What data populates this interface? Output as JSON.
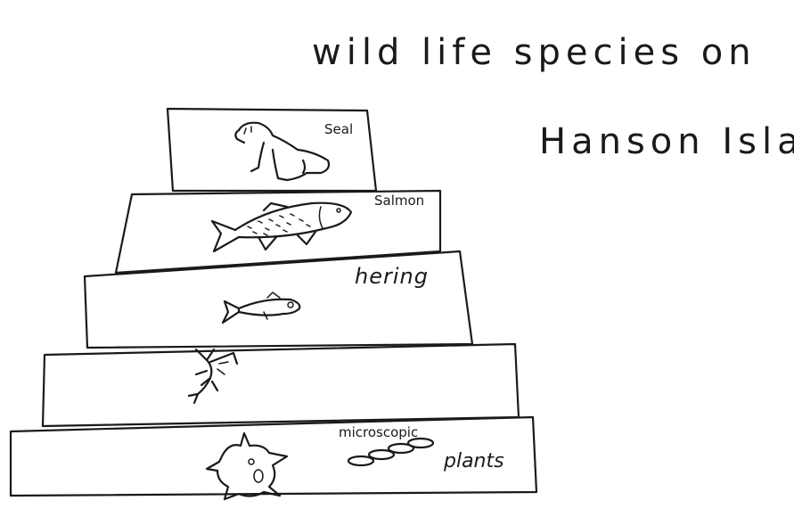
{
  "title_line1": "wild life species on",
  "title_line2": "Hanson Island",
  "levels": {
    "seal": {
      "label": "Seal"
    },
    "salmon": {
      "label": "Salmon"
    },
    "herring": {
      "label": "hering"
    },
    "shrimp": {
      "label": ""
    },
    "plants": {
      "label_line1": "microscopic",
      "label_line2": "plants"
    }
  },
  "colors": {
    "ink": "#1a1a1a",
    "paper": "#ffffff"
  }
}
